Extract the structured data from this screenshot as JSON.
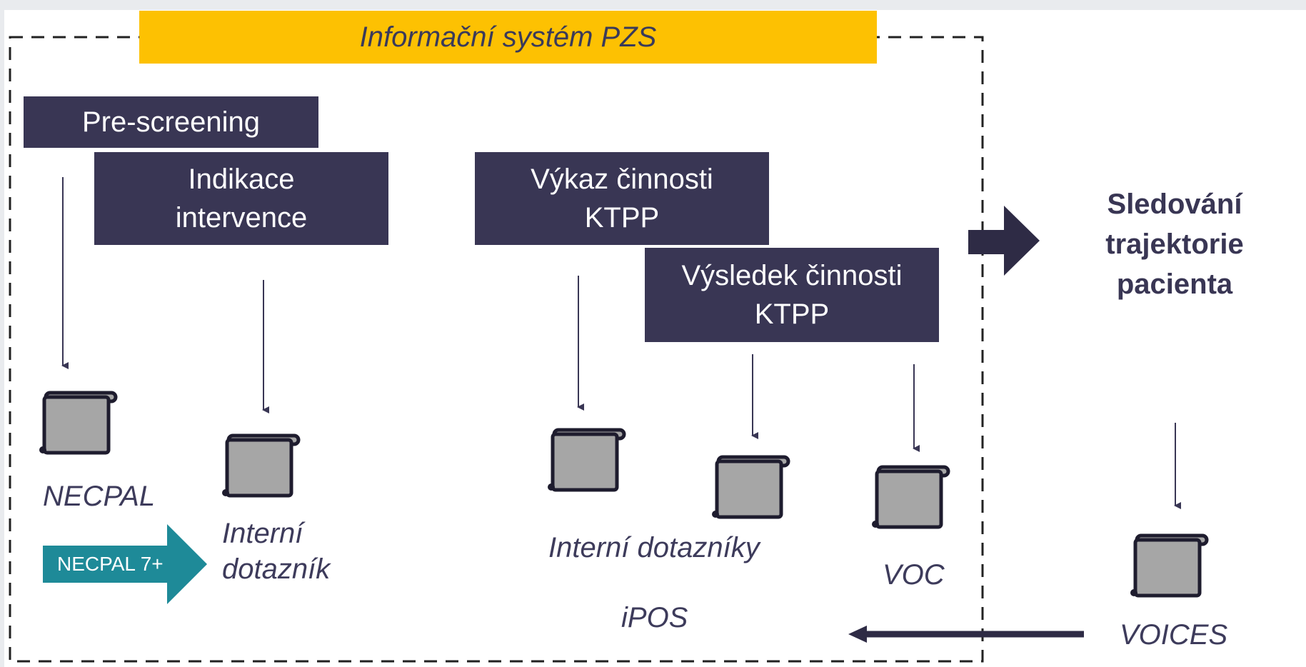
{
  "title": "Informační systém PZS",
  "boxes": {
    "prescreening": "Pre-screening",
    "indikace_1": "Indikace",
    "indikace_2": "intervence",
    "vykaz_1": "Výkaz činnosti",
    "vykaz_2": "KTPP",
    "vysledek_1": "Výsledek činnosti",
    "vysledek_2": "KTPP"
  },
  "tracking": {
    "line1": "Sledování",
    "line2": "trajektorie",
    "line3": "pacienta"
  },
  "labels": {
    "necpal": "NECPAL",
    "interni_dotaznik_1": "Interní",
    "interni_dotaznik_2": "dotazník",
    "interni_dotazniky": "Interní dotazníky",
    "voc": "VOC",
    "ipos": "iPOS",
    "voices": "VOICES"
  },
  "necpal_arrow": "NECPAL 7+",
  "colors": {
    "banner": "#fdc102",
    "box": "#393654",
    "teal": "#1e8a98",
    "doc_fill": "#a6a6a6",
    "text": "#3d3b5b"
  },
  "icons": [
    "document-scroll-icon"
  ]
}
